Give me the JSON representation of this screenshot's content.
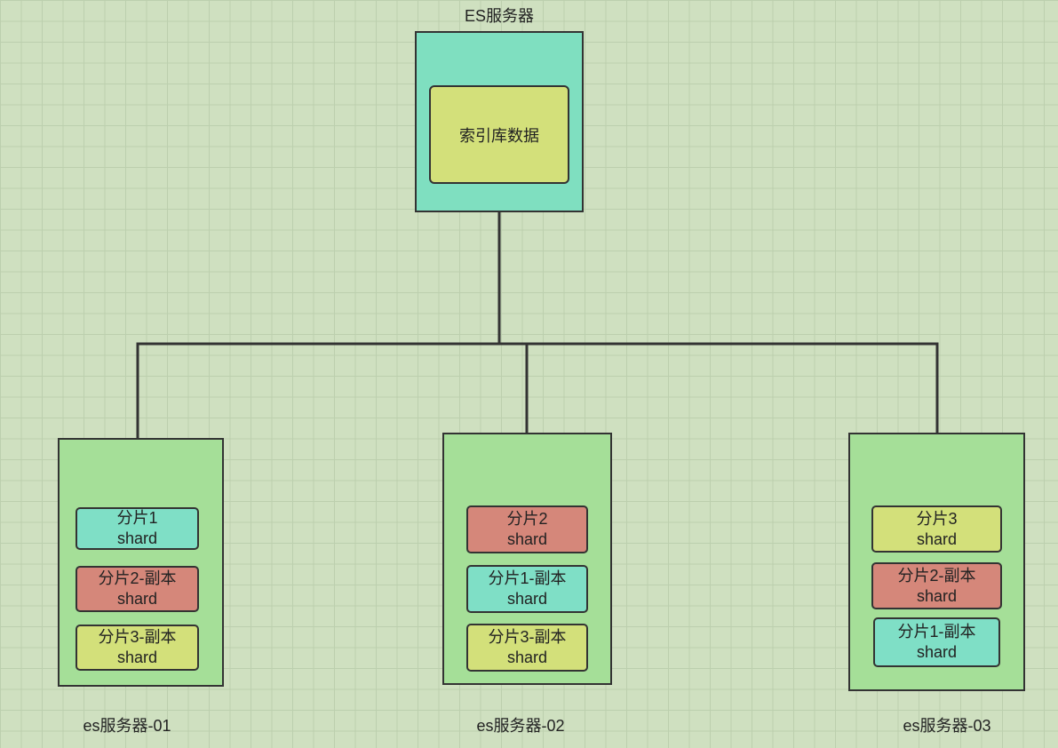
{
  "top_server": {
    "title": "ES服务器",
    "index_label": "索引库数据"
  },
  "nodes": [
    {
      "name": "es服务器-01",
      "shards": [
        {
          "line1": "分片1",
          "line2": "shard",
          "color": "#7fdfc6"
        },
        {
          "line1": "分片2-副本",
          "line2": "shard",
          "color": "#d5877a"
        },
        {
          "line1": "分片3-副本",
          "line2": "shard",
          "color": "#d3e07a"
        }
      ]
    },
    {
      "name": "es服务器-02",
      "shards": [
        {
          "line1": "分片2",
          "line2": "shard",
          "color": "#d5877a"
        },
        {
          "line1": "分片1-副本",
          "line2": "shard",
          "color": "#7fdfc6"
        },
        {
          "line1": "分片3-副本",
          "line2": "shard",
          "color": "#d3e07a"
        }
      ]
    },
    {
      "name": "es服务器-03",
      "shards": [
        {
          "line1": "分片3",
          "line2": "shard",
          "color": "#d3e07a"
        },
        {
          "line1": "分片2-副本",
          "line2": "shard",
          "color": "#d5877a"
        },
        {
          "line1": "分片1-副本",
          "line2": "shard",
          "color": "#7fdfc6"
        }
      ]
    }
  ],
  "colors": {
    "server_fill": "#7fdfc0",
    "node_fill": "#a5df98",
    "index_fill": "#d3e07a",
    "line": "#333333"
  }
}
